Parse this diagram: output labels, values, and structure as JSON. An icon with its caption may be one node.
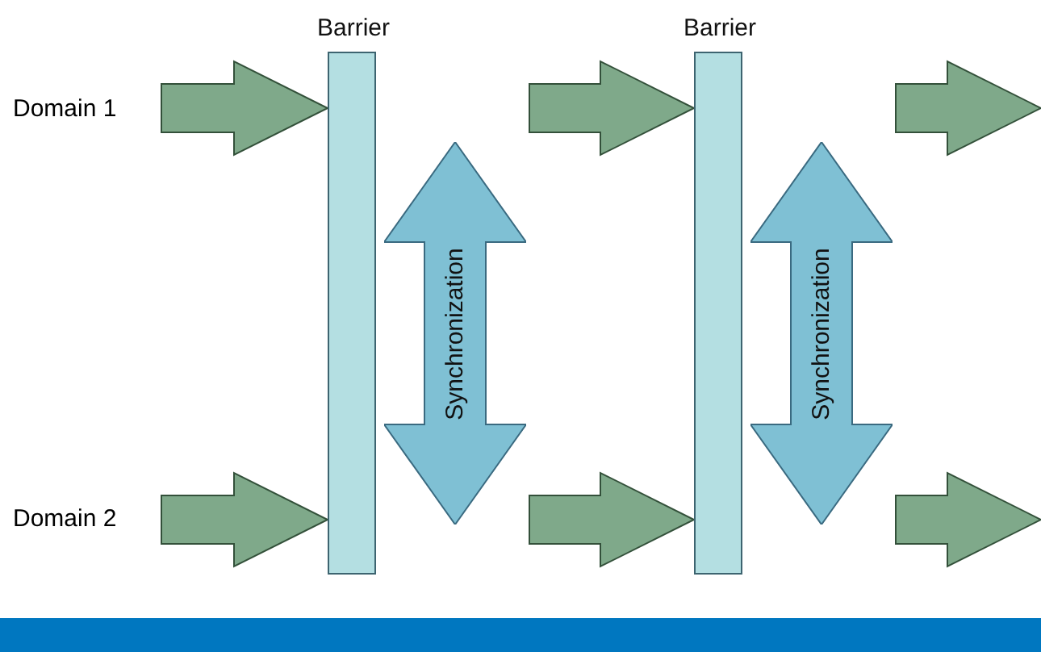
{
  "diagram": {
    "nodes": [
      {
        "text": [
          "Domain 1"
        ]
      },
      {
        "text": [
          "Domain 2"
        ]
      },
      {
        "text": [
          "Barrier"
        ]
      },
      {
        "text": [
          "Synchronization"
        ]
      },
      {
        "text": [
          "Barrier"
        ]
      },
      {
        "text": [
          "Synchronization"
        ]
      }
    ],
    "edges": [
      {
        "from": 0,
        "to": 2,
        "arrow": "to"
      },
      {
        "from": 3,
        "to": 4,
        "arrow": "to"
      },
      {
        "from": 5,
        "to": null,
        "arrow": "to"
      },
      {
        "from": 1,
        "to": 2,
        "arrow": "to"
      },
      {
        "from": 3,
        "to": 4,
        "arrow": "to"
      },
      {
        "from": 5,
        "to": null,
        "arrow": "to"
      }
    ]
  }
}
